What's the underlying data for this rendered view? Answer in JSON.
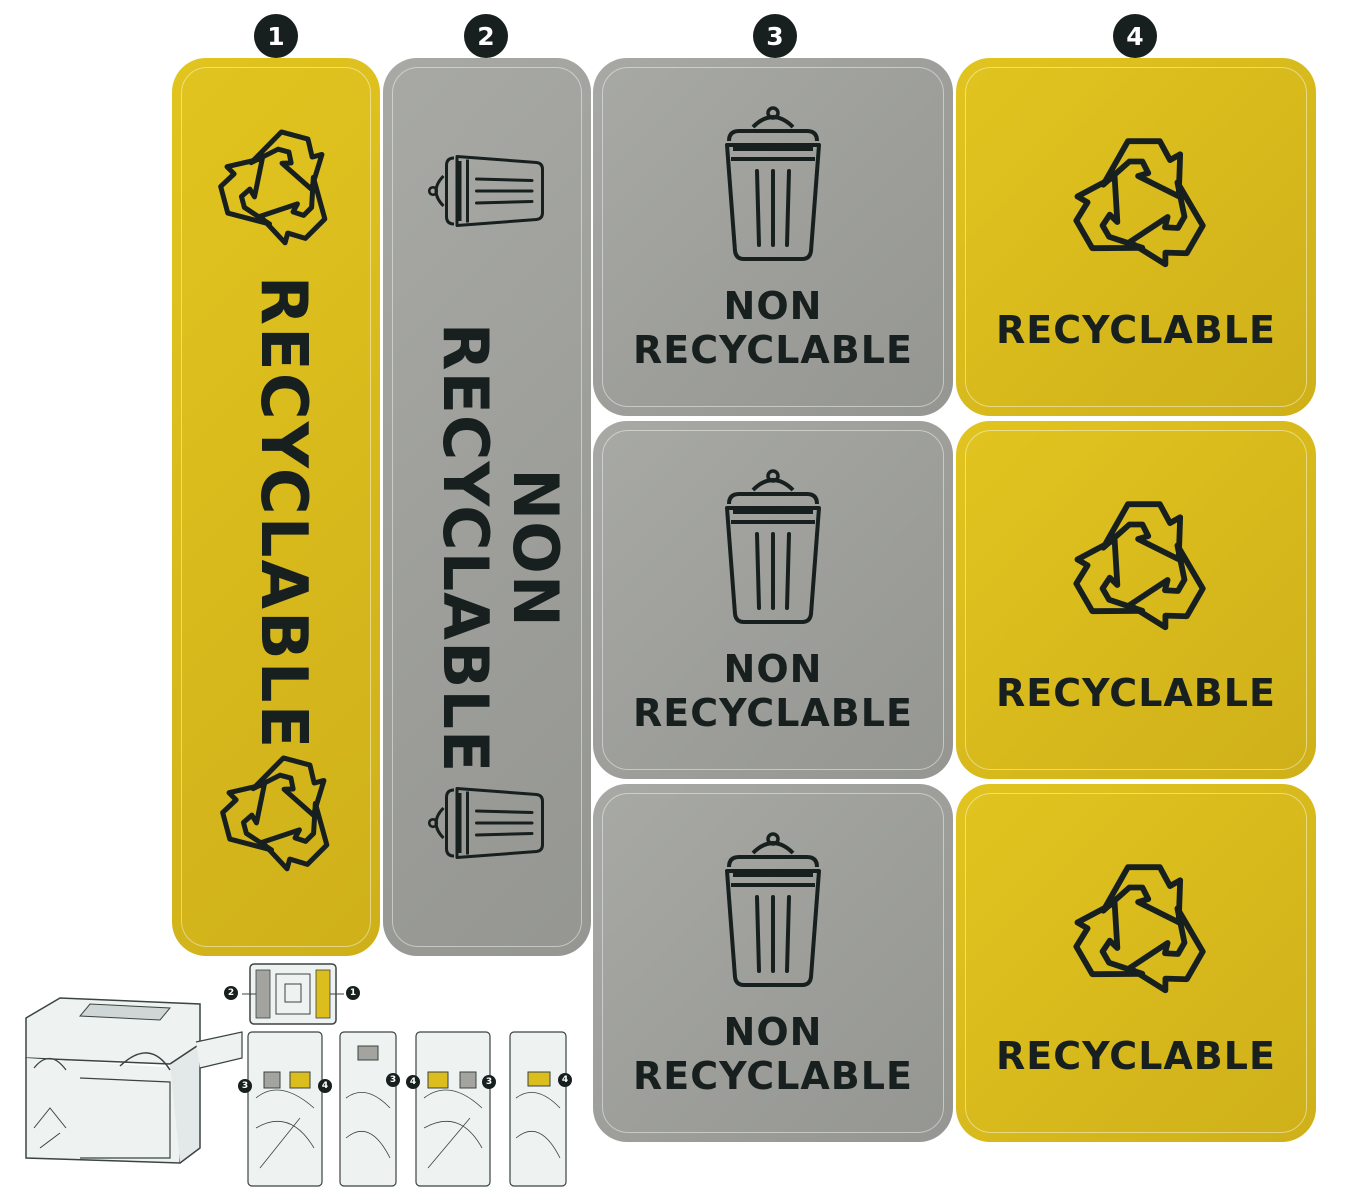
{
  "markers": [
    "1",
    "2",
    "3",
    "4"
  ],
  "labels": {
    "recyclable": "RECYCLABLE",
    "non": "NON",
    "recyclable_word": "RECYCLABLE"
  },
  "icons": {
    "recycle": "recycle-icon",
    "trash": "trash-bin-icon"
  },
  "colors": {
    "yellow": "#dcbd1e",
    "gray": "#a2a39f",
    "ink": "#17201e",
    "marker": "#17201e"
  },
  "install_guide": {
    "callouts_top": [
      "2",
      "1"
    ],
    "callouts_bins": [
      "3",
      "4",
      "3",
      "4",
      "3",
      "4"
    ]
  }
}
